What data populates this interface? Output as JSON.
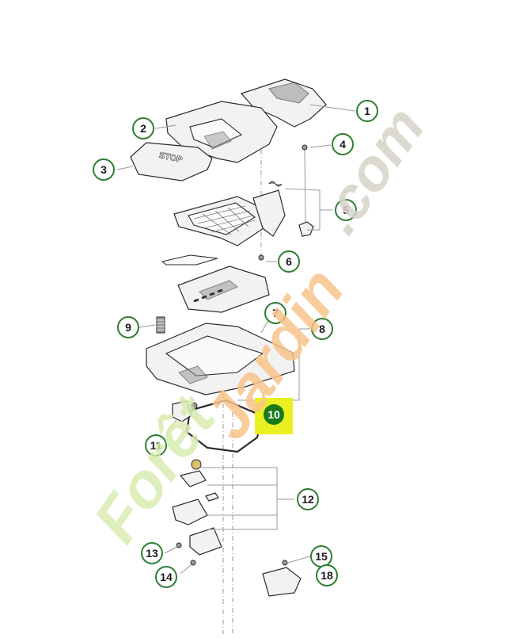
{
  "colors": {
    "callout_ring": "#2e7d32",
    "callout_text": "#1b1b1b",
    "highlight_bg": "#e8f020",
    "highlight_disc": "#1a7a1a",
    "highlight_text": "#ffffff",
    "watermark_green": "#d7ecb0",
    "watermark_orange": "#f7c58a",
    "watermark_grey": "#d6d2c8"
  },
  "diagram": {
    "stop_label": "STOP"
  },
  "callouts": [
    {
      "id": "1",
      "label": "1"
    },
    {
      "id": "2",
      "label": "2"
    },
    {
      "id": "3",
      "label": "3"
    },
    {
      "id": "4",
      "label": "4"
    },
    {
      "id": "5",
      "label": "5"
    },
    {
      "id": "6",
      "label": "6"
    },
    {
      "id": "7",
      "label": "7"
    },
    {
      "id": "8",
      "label": "8"
    },
    {
      "id": "9",
      "label": "9"
    },
    {
      "id": "10",
      "label": "10",
      "highlighted": true
    },
    {
      "id": "11",
      "label": "11"
    },
    {
      "id": "12",
      "label": "12"
    },
    {
      "id": "13",
      "label": "13"
    },
    {
      "id": "14",
      "label": "14"
    },
    {
      "id": "15",
      "label": "15"
    },
    {
      "id": "18",
      "label": "18"
    }
  ],
  "watermark": {
    "part1": "Forêt",
    "part2": "Jardin",
    "part3": ".com"
  }
}
